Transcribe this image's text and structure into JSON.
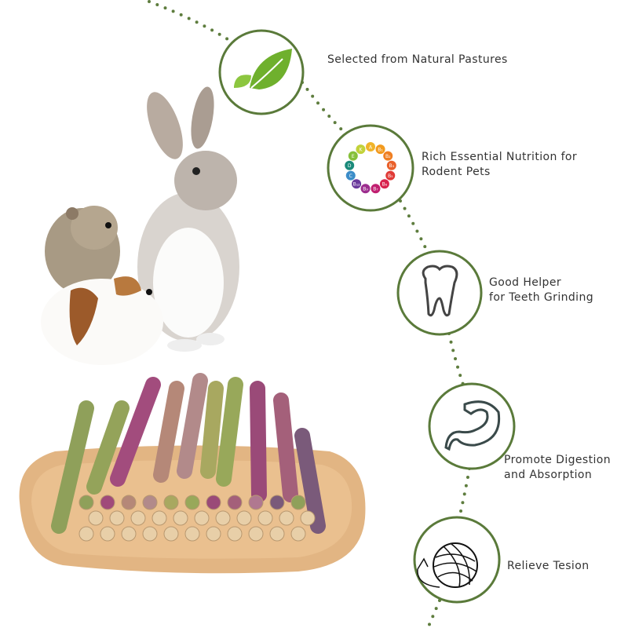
{
  "features": [
    {
      "icon": "leaf-icon",
      "lines": [
        "Selected from Natural Pastures"
      ]
    },
    {
      "icon": "vitamins-icon",
      "lines": [
        "Rich Essential Nutrition for",
        "Rodent Pets"
      ]
    },
    {
      "icon": "tooth-icon",
      "lines": [
        "Good Helper",
        "for Teeth Grinding"
      ]
    },
    {
      "icon": "stomach-icon",
      "lines": [
        "Promote Digestion",
        "and Absorption"
      ]
    },
    {
      "icon": "yarn-ball-icon",
      "lines": [
        "Relieve Tesion"
      ]
    }
  ],
  "vitamins": [
    "A",
    "B₁",
    "B₂",
    "B₃",
    "B₅",
    "B₆",
    "B₇",
    "B₉",
    "B₁₂",
    "C",
    "D",
    "E",
    "K"
  ],
  "colors": {
    "accent": "#5a7a3a",
    "text": "#333333"
  }
}
